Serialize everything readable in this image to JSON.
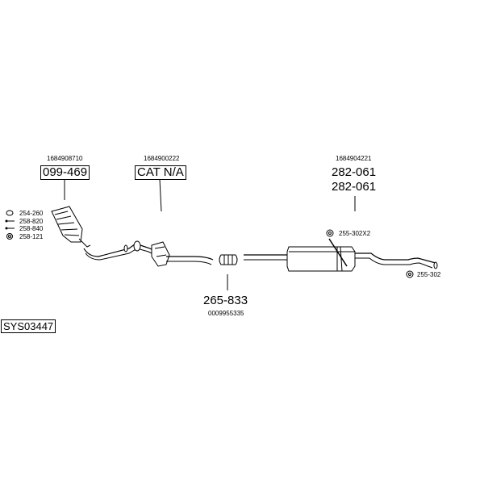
{
  "parts": {
    "cat_main": {
      "oem": "1684908710",
      "number": "099-469"
    },
    "cat_na": {
      "oem": "1684900222",
      "number": "CAT N/A"
    },
    "rear": {
      "oem": "1684904221",
      "number_1": "282-061",
      "number_2": "282-061"
    },
    "clamp": {
      "number": "265-833",
      "oem": "0009955335"
    }
  },
  "hangers": {
    "mid": "255-302X2",
    "rear": "255-302"
  },
  "fittings": [
    {
      "icon": "gasket-icon",
      "code": "254-260"
    },
    {
      "icon": "bolt-icon",
      "code": "258-820"
    },
    {
      "icon": "bolt-icon",
      "code": "258-840"
    },
    {
      "icon": "nut-icon",
      "code": "258-121"
    }
  ],
  "system_code": "SYS03447"
}
